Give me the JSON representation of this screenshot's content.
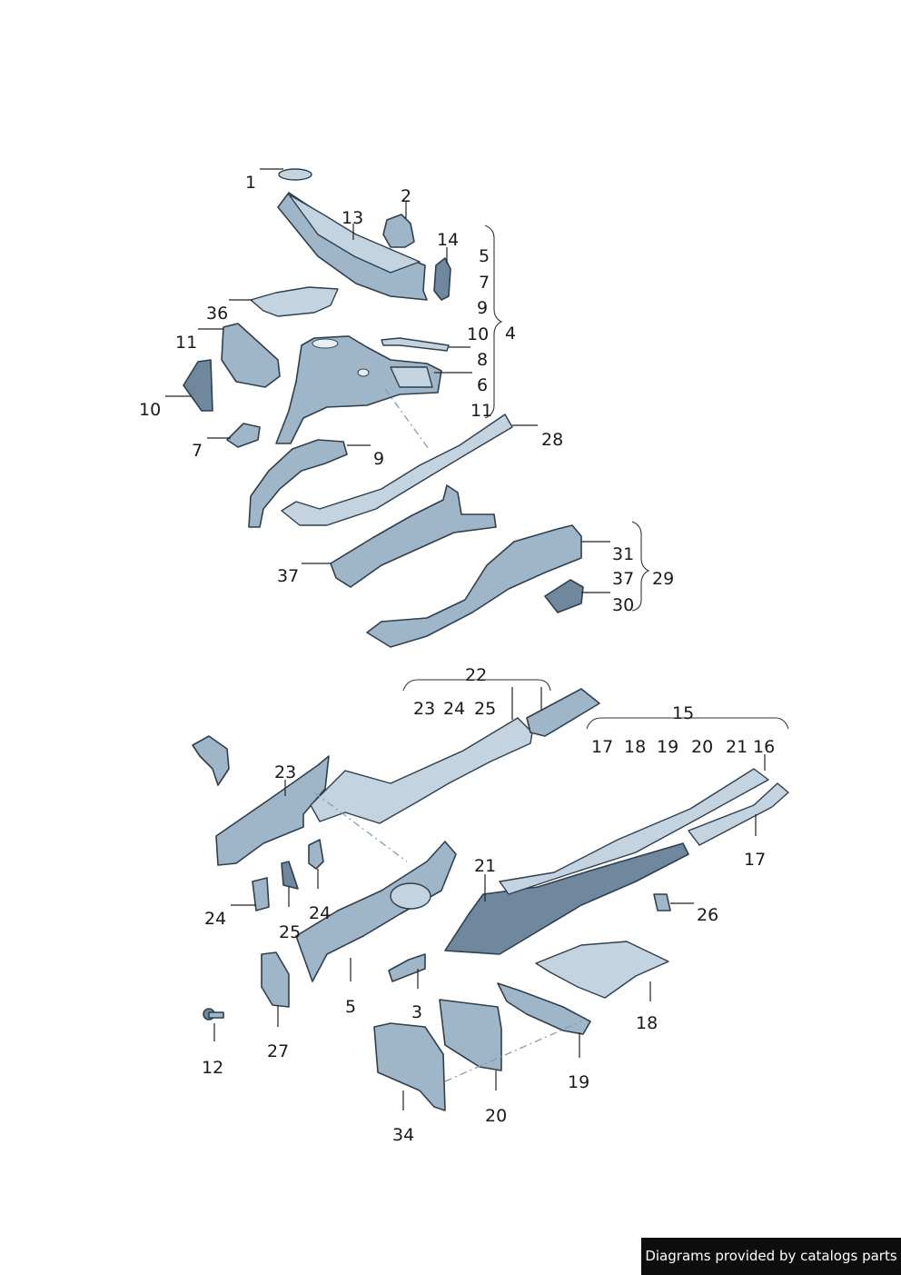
{
  "diagram": {
    "labels": [
      {
        "id": "c1",
        "text": "1"
      },
      {
        "id": "c2",
        "text": "2"
      },
      {
        "id": "c13",
        "text": "13"
      },
      {
        "id": "c14",
        "text": "14"
      },
      {
        "id": "c5a",
        "text": "5"
      },
      {
        "id": "c7a",
        "text": "7"
      },
      {
        "id": "c9a",
        "text": "9"
      },
      {
        "id": "c10a",
        "text": "10"
      },
      {
        "id": "c8",
        "text": "8"
      },
      {
        "id": "c6",
        "text": "6"
      },
      {
        "id": "c11a",
        "text": "11"
      },
      {
        "id": "c4",
        "text": "4"
      },
      {
        "id": "c36",
        "text": "36"
      },
      {
        "id": "c11b",
        "text": "11"
      },
      {
        "id": "c10b",
        "text": "10"
      },
      {
        "id": "c7b",
        "text": "7"
      },
      {
        "id": "c9b",
        "text": "9"
      },
      {
        "id": "c28",
        "text": "28"
      },
      {
        "id": "c37a",
        "text": "37"
      },
      {
        "id": "c31",
        "text": "31"
      },
      {
        "id": "c37b",
        "text": "37"
      },
      {
        "id": "c29",
        "text": "29"
      },
      {
        "id": "c30",
        "text": "30"
      },
      {
        "id": "c22",
        "text": "22"
      },
      {
        "id": "c23a",
        "text": "23"
      },
      {
        "id": "c24a",
        "text": "24"
      },
      {
        "id": "c25a",
        "text": "25"
      },
      {
        "id": "c15",
        "text": "15"
      },
      {
        "id": "c17a",
        "text": "17"
      },
      {
        "id": "c18a",
        "text": "18"
      },
      {
        "id": "c19a",
        "text": "19"
      },
      {
        "id": "c20a",
        "text": "20"
      },
      {
        "id": "c21a",
        "text": "21"
      },
      {
        "id": "c16",
        "text": "16"
      },
      {
        "id": "c23b",
        "text": "23"
      },
      {
        "id": "c17b",
        "text": "17"
      },
      {
        "id": "c21b",
        "text": "21"
      },
      {
        "id": "c24b",
        "text": "24"
      },
      {
        "id": "c24c",
        "text": "24"
      },
      {
        "id": "c25b",
        "text": "25"
      },
      {
        "id": "c26",
        "text": "26"
      },
      {
        "id": "c5b",
        "text": "5"
      },
      {
        "id": "c3",
        "text": "3"
      },
      {
        "id": "c18b",
        "text": "18"
      },
      {
        "id": "c12",
        "text": "12"
      },
      {
        "id": "c27",
        "text": "27"
      },
      {
        "id": "c19b",
        "text": "19"
      },
      {
        "id": "c20b",
        "text": "20"
      },
      {
        "id": "c34",
        "text": "34"
      }
    ]
  },
  "footer": {
    "credit": "Diagrams provided by catalogs parts"
  },
  "colors": {
    "part_fill": "#9fb6c8",
    "part_outline": "#2f3f4d",
    "credit_bg": "#0d0d0d"
  }
}
